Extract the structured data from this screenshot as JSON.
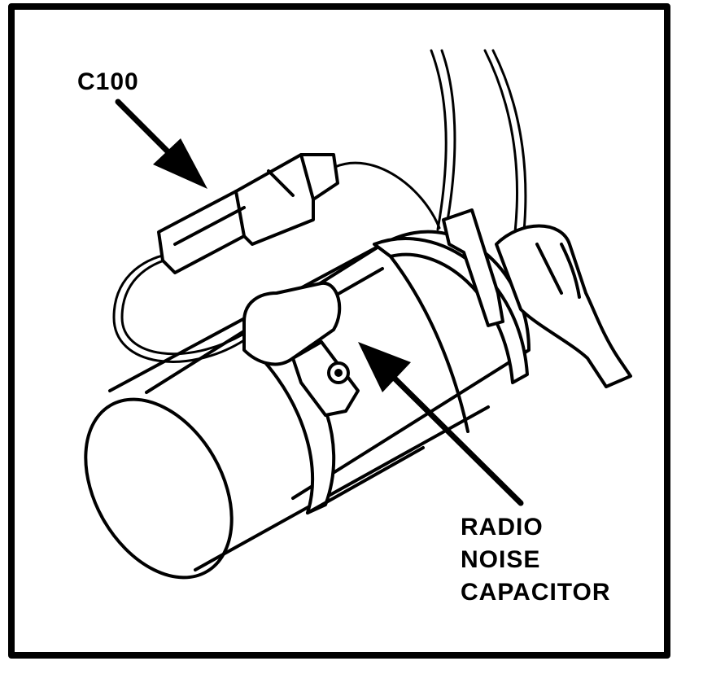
{
  "callouts": {
    "connector": "C100",
    "capacitor_line1": "RADIO",
    "capacitor_line2": "NOISE",
    "capacitor_line3": "CAPACITOR"
  },
  "colors": {
    "ink": "#000000",
    "paper": "#ffffff"
  }
}
